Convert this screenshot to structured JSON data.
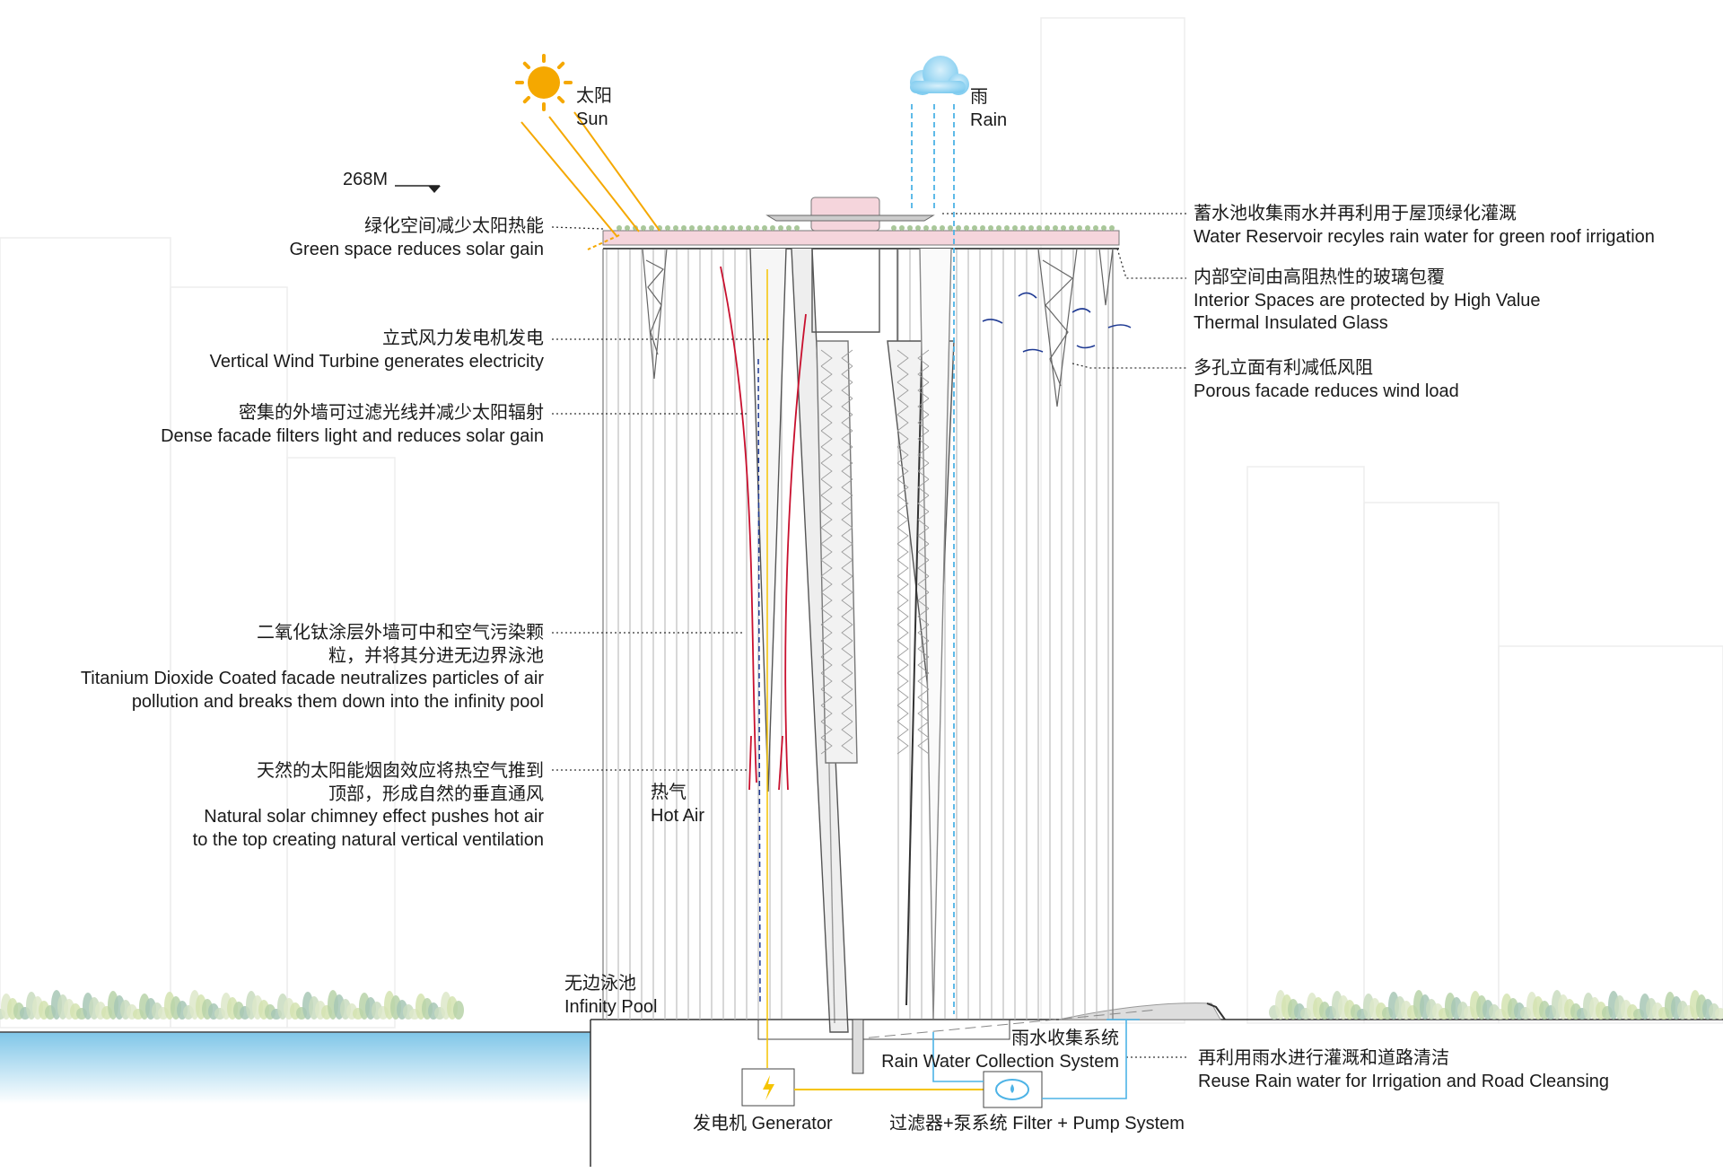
{
  "height_marker": "268M",
  "sun": {
    "cn": "太阳",
    "en": "Sun"
  },
  "rain": {
    "cn": "雨",
    "en": "Rain"
  },
  "left_annotations": [
    {
      "cn": "绿化空间减少太阳热能",
      "en": [
        "Green space reduces solar gain"
      ]
    },
    {
      "cn": "立式风力发电机发电",
      "en": [
        "Vertical Wind Turbine generates electricity"
      ]
    },
    {
      "cn": "密集的外墙可过滤光线并减少太阳辐射",
      "en": [
        "Dense facade filters light and reduces solar gain"
      ]
    },
    {
      "cn": "二氧化钛涂层外墙可中和空气污染颗",
      "cn2": "粒，并将其分进无边界泳池",
      "en": [
        "Titanium Dioxide Coated facade neutralizes particles of air",
        "pollution and breaks them down into the infinity pool"
      ]
    },
    {
      "cn": "天然的太阳能烟囱效应将热空气推到",
      "cn2": "顶部，形成自然的垂直通风",
      "en": [
        "Natural solar chimney effect pushes hot air",
        "to the top creating natural vertical ventilation"
      ]
    }
  ],
  "right_annotations": [
    {
      "cn": "蓄水池收集雨水并再利用于屋顶绿化灌溉",
      "en": [
        "Water Reservoir recyles rain water for green roof irrigation"
      ]
    },
    {
      "cn": "内部空间由高阻热性的玻璃包覆",
      "en": [
        "Interior Spaces are protected by High Value",
        "Thermal Insulated Glass"
      ]
    },
    {
      "cn": "多孔立面有利减低风阻",
      "en": [
        "Porous facade reduces wind load"
      ]
    }
  ],
  "hot_air": {
    "cn": "热气",
    "en": "Hot Air"
  },
  "infinity_pool": {
    "cn": "无边泳池",
    "en": "Infinity Pool"
  },
  "rain_collection": {
    "cn": "雨水收集系统",
    "en": "Rain Water Collection System"
  },
  "reuse": {
    "cn": "再利用雨水进行灌溉和道路清洁",
    "en": "Reuse Rain water for Irrigation and Road Cleansing"
  },
  "generator": {
    "label": "发电机 Generator",
    "icon": "lightning-icon"
  },
  "filter_pump": {
    "label": "过滤器+泵系统 Filter + Pump System",
    "icon": "recycle-water-icon"
  },
  "colors": {
    "sun": "#f5a800",
    "rain": "#4db3e6",
    "hot_air": "#c8102e",
    "wind": "#1f3a93",
    "roof": "#f5d5dc",
    "water": "#bfe3f2"
  }
}
